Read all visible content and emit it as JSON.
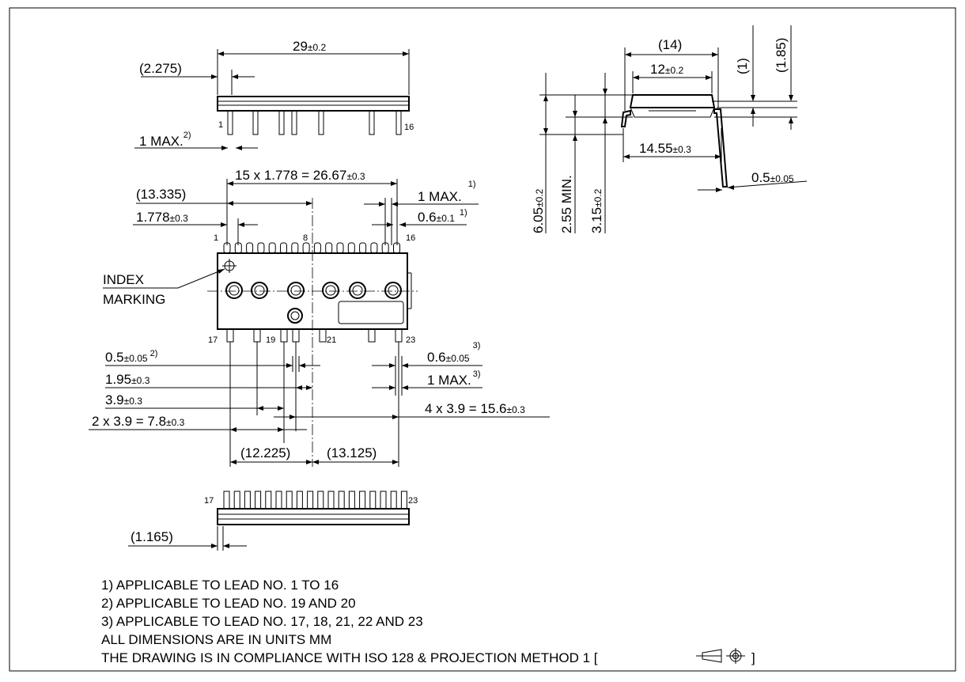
{
  "top_view": {
    "overall_length": {
      "value": "29",
      "tol": "±0.2"
    },
    "pin1_offset": "(2.275)",
    "lead_max": {
      "value": "1 MAX.",
      "ref": "2)"
    },
    "pin_first": "1",
    "pin_last": "16"
  },
  "front_view": {
    "pitch_total": {
      "value": "15 x 1.778 = 26.67",
      "tol": "±0.3"
    },
    "offset_13335": "(13.335)",
    "pitch": {
      "value": "1.778",
      "tol": "±0.3"
    },
    "lead_max_top": {
      "value": "1 MAX.",
      "ref": "1)"
    },
    "lead_width_top": {
      "value": "0.6",
      "tol": "±0.1",
      "ref": "1)"
    },
    "pin_labels_top": [
      "1",
      "8",
      "16"
    ],
    "index_label": [
      "INDEX",
      "MARKING"
    ],
    "pin_labels_bottom": [
      "17",
      "19",
      "21",
      "23"
    ],
    "lead_width_19": {
      "value": "0.5",
      "tol": "±0.05",
      "ref": "2)"
    },
    "dim_195": {
      "value": "1.95",
      "tol": "±0.3"
    },
    "dim_39": {
      "value": "3.9",
      "tol": "±0.3"
    },
    "dim_78": {
      "value": "2 x 3.9 = 7.8",
      "tol": "±0.3"
    },
    "lead_width_23": {
      "value": "0.6",
      "tol": "±0.05",
      "ref": "3)"
    },
    "lead_max_bottom": {
      "value": "1 MAX.",
      "ref": "3)"
    },
    "dim_156": {
      "value": "4 x 3.9 = 15.6",
      "tol": "±0.3"
    },
    "dim_12225": "(12.225)",
    "dim_13125": "(13.125)"
  },
  "bottom_view": {
    "pin_first": "17",
    "pin_last": "23",
    "offset": "(1.165)"
  },
  "side_view": {
    "width_ref": "(14)",
    "body_width": {
      "value": "12",
      "tol": "±0.2"
    },
    "dim_1": "(1)",
    "dim_185": "(1.85)",
    "lead_span": {
      "value": "14.55",
      "tol": "±0.3"
    },
    "lead_thickness": {
      "value": "0.5",
      "tol": "±0.05"
    },
    "height_total": {
      "value": "6.05",
      "tol": "±0.2"
    },
    "height_min": {
      "value": "2.55 MIN."
    },
    "height_body": {
      "value": "3.15",
      "tol": "±0.2"
    }
  },
  "notes": [
    "1) APPLICABLE TO LEAD NO. 1 TO 16",
    "2) APPLICABLE TO LEAD NO. 19 AND 20",
    "3) APPLICABLE TO LEAD NO. 17, 18, 21, 22 AND 23",
    "ALL DIMENSIONS ARE IN UNITS MM",
    "THE DRAWING IS IN COMPLIANCE WITH ISO 128 & PROJECTION METHOD 1 ["
  ],
  "notes_suffix": "]",
  "projection_symbol": "projection-method-1-icon"
}
